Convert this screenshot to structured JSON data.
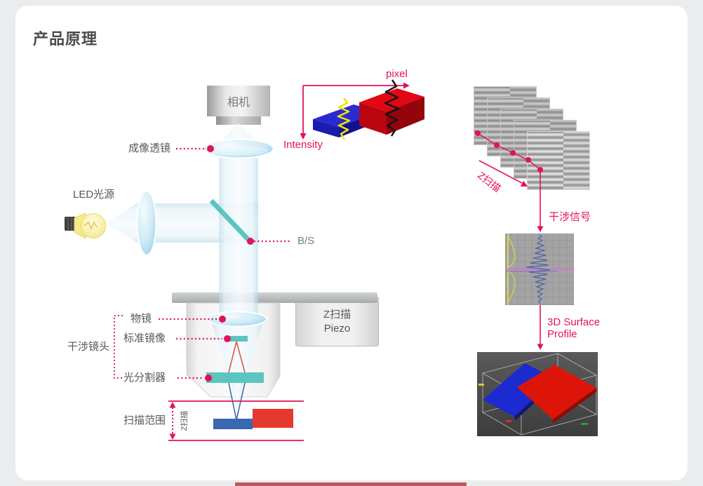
{
  "title": "产品原理",
  "optical": {
    "camera": "相机",
    "imaging_lens": "成像透镜",
    "led_source": "LED光源",
    "beam_splitter": "B/S",
    "objective": "物镜",
    "reference_mirror": "标准镜像",
    "light_splitter": "光分割器",
    "interference_head": "干涉镜头",
    "scan_range": "扫描范围",
    "z_scan_vertical": "Z扫描",
    "piezo_line1": "Z扫描",
    "piezo_line2": "Piezo"
  },
  "intensity_plot": {
    "x_label": "pixel",
    "y_label": "Intensity"
  },
  "flow": {
    "z_scan": "Z扫描",
    "interference_signal": "干涉信号",
    "profile_line1": "3D Surface",
    "profile_line2": "Profile"
  },
  "colors": {
    "accent": "#e21258",
    "teal": "#5cc5c0",
    "sample_blue": "#3a68b0",
    "sample_red": "#e6392e",
    "pixel_slab_blue": "#2222cc",
    "pixel_slab_red": "#e30613"
  }
}
